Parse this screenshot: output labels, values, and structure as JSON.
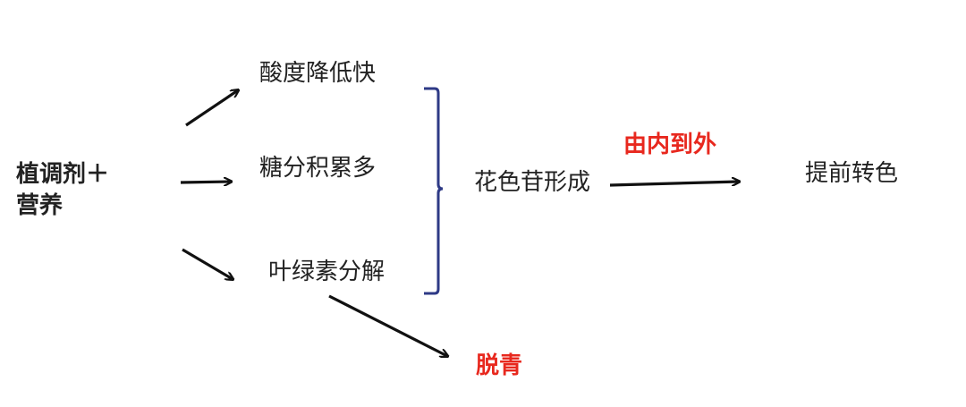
{
  "colors": {
    "text": "#222222",
    "highlight": "#e8281e",
    "arrow": "#111111",
    "bracket": "#2e3a86"
  },
  "input": {
    "line1": "植调剂＋",
    "line2": "营养"
  },
  "effects": {
    "acidity": "酸度降低快",
    "sugar": "糖分积累多",
    "chlorophyll": "叶绿素分解"
  },
  "anthocyanin": "花色苷形成",
  "direction": "由内到外",
  "result": "提前转色",
  "degreening": "脱青"
}
